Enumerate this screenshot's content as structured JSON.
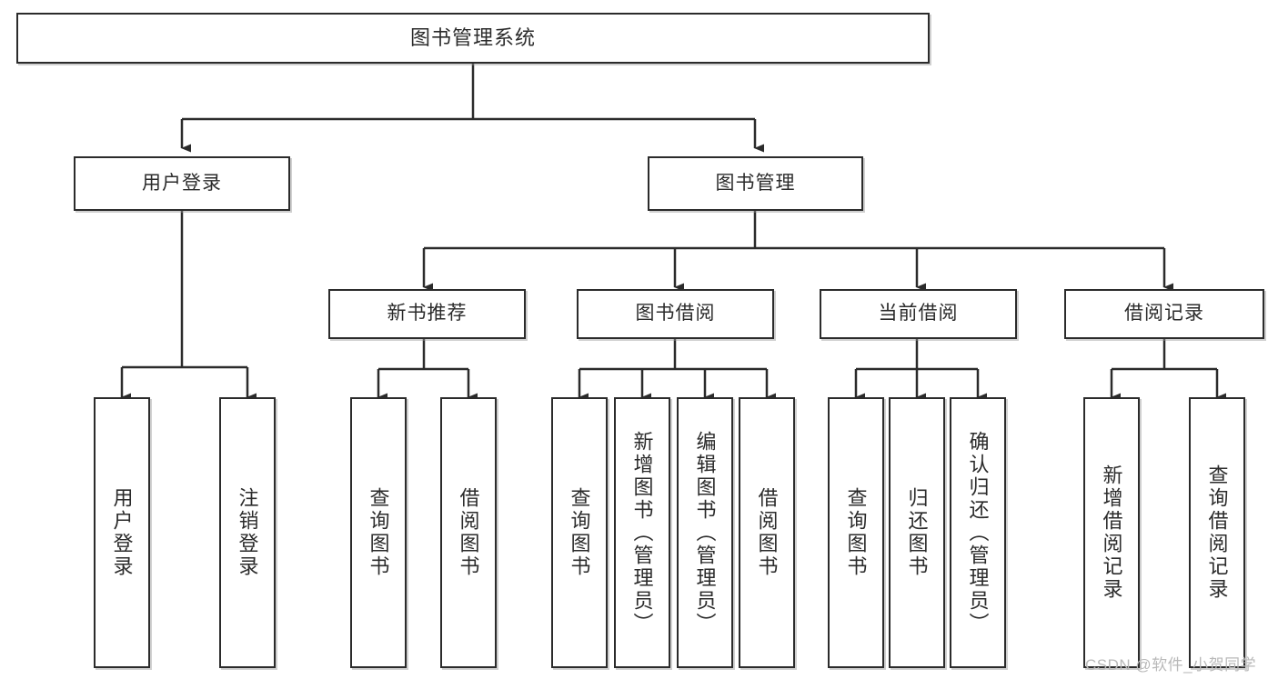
{
  "diagram": {
    "title": "图书管理系统",
    "type": "hierarchy-tree",
    "watermark": "CSDN @软件_小贺同学",
    "colors": {
      "stroke": "#2b2b2b",
      "fill": "#ffffff",
      "text": "#2b2b2b",
      "watermark": "#b9b9b9"
    },
    "levels": [
      {
        "level": 0,
        "nodes": [
          {
            "id": "root",
            "label": "图书管理系统",
            "orientation": "horizontal"
          }
        ]
      },
      {
        "level": 1,
        "nodes": [
          {
            "id": "user-login",
            "label": "用户登录",
            "orientation": "horizontal",
            "parent": "root"
          },
          {
            "id": "book-manage",
            "label": "图书管理",
            "orientation": "horizontal",
            "parent": "root"
          }
        ]
      },
      {
        "level": 2,
        "nodes": [
          {
            "id": "new-book-rec",
            "label": "新书推荐",
            "orientation": "horizontal",
            "parent": "book-manage"
          },
          {
            "id": "book-borrow",
            "label": "图书借阅",
            "orientation": "horizontal",
            "parent": "book-manage"
          },
          {
            "id": "current-borrow",
            "label": "当前借阅",
            "orientation": "horizontal",
            "parent": "book-manage"
          },
          {
            "id": "borrow-record",
            "label": "借阅记录",
            "orientation": "horizontal",
            "parent": "book-manage"
          }
        ]
      },
      {
        "level": 3,
        "nodes": [
          {
            "id": "leaf-user-login",
            "label": "用户登录",
            "orientation": "vertical",
            "parent": "user-login"
          },
          {
            "id": "leaf-logout",
            "label": "注销登录",
            "orientation": "vertical",
            "parent": "user-login"
          },
          {
            "id": "leaf-query-book-1",
            "label": "查询图书",
            "orientation": "vertical",
            "parent": "new-book-rec"
          },
          {
            "id": "leaf-borrow-book-1",
            "label": "借阅图书",
            "orientation": "vertical",
            "parent": "new-book-rec"
          },
          {
            "id": "leaf-query-book-2",
            "label": "查询图书",
            "orientation": "vertical",
            "parent": "book-borrow"
          },
          {
            "id": "leaf-add-book",
            "label": "新增图书（管理员）",
            "orientation": "vertical",
            "parent": "book-borrow"
          },
          {
            "id": "leaf-edit-book",
            "label": "编辑图书（管理员）",
            "orientation": "vertical",
            "parent": "book-borrow"
          },
          {
            "id": "leaf-borrow-book-2",
            "label": "借阅图书",
            "orientation": "vertical",
            "parent": "book-borrow"
          },
          {
            "id": "leaf-query-book-3",
            "label": "查询图书",
            "orientation": "vertical",
            "parent": "current-borrow"
          },
          {
            "id": "leaf-return-book",
            "label": "归还图书",
            "orientation": "vertical",
            "parent": "current-borrow"
          },
          {
            "id": "leaf-confirm-return",
            "label": "确认归还（管理员）",
            "orientation": "vertical",
            "parent": "current-borrow"
          },
          {
            "id": "leaf-add-record",
            "label": "新增借阅记录",
            "orientation": "vertical",
            "parent": "borrow-record"
          },
          {
            "id": "leaf-query-record",
            "label": "查询借阅记录",
            "orientation": "vertical",
            "parent": "borrow-record"
          }
        ]
      }
    ]
  }
}
